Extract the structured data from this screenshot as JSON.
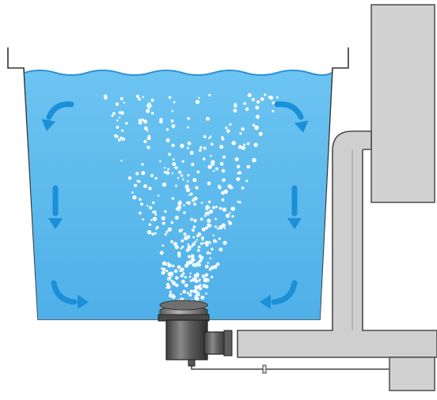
{
  "colors": {
    "water": "#5bb8ec",
    "water_dark": "#3aa0dc",
    "water_surface": "#2e93d4",
    "arrow": "#1b8fd8",
    "bubble": "#ffffff",
    "bubble_edge": "#9fd4f5",
    "pipe_fill": "#cfcfcf",
    "pipe_stroke": "#4a4a4a",
    "box_fill": "#d2d2d2",
    "diffuser_top": "#7a7a7a",
    "diffuser_body": "#5e5e5e",
    "tank_outline": "#333333"
  },
  "components": {
    "tank": "tank",
    "water": "water",
    "bubble_plume": "bubble-plume",
    "diffuser": "diffuser",
    "air_supply_pipe": "air-supply-pipe",
    "blower_unit": "blower-unit",
    "drain_line": "drain-line",
    "control_box": "control-box"
  },
  "circulation_arrows": [
    {
      "side": "left",
      "position": "top",
      "direction": "down-left"
    },
    {
      "side": "left",
      "position": "middle",
      "direction": "down"
    },
    {
      "side": "left",
      "position": "bottom",
      "direction": "down-right"
    },
    {
      "side": "right",
      "position": "top",
      "direction": "down-right"
    },
    {
      "side": "right",
      "position": "middle",
      "direction": "down"
    },
    {
      "side": "right",
      "position": "bottom",
      "direction": "down-left"
    }
  ]
}
